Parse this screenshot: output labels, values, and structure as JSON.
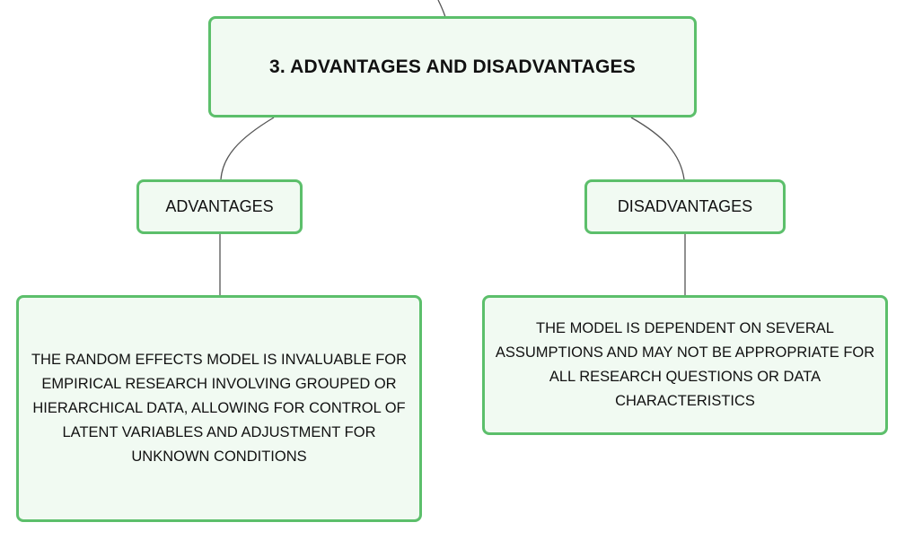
{
  "diagram": {
    "root": {
      "label": "3. ADVANTAGES AND DISADVANTAGES"
    },
    "advantages": {
      "label": "ADVANTAGES",
      "detail": "THE RANDOM EFFECTS MODEL IS INVALUABLE FOR EMPIRICAL RESEARCH INVOLVING GROUPED OR HIERARCHICAL DATA, ALLOWING FOR CONTROL OF LATENT VARIABLES AND ADJUSTMENT FOR UNKNOWN CONDITIONS"
    },
    "disadvantages": {
      "label": "DISADVANTAGES",
      "detail": "THE MODEL IS DEPENDENT ON SEVERAL ASSUMPTIONS AND MAY NOT BE APPROPRIATE FOR ALL RESEARCH QUESTIONS OR DATA CHARACTERISTICS"
    },
    "colors": {
      "node_border": "#5cbf6b",
      "node_fill": "#f1faf2",
      "connector": "#555555",
      "text": "#111111"
    }
  }
}
